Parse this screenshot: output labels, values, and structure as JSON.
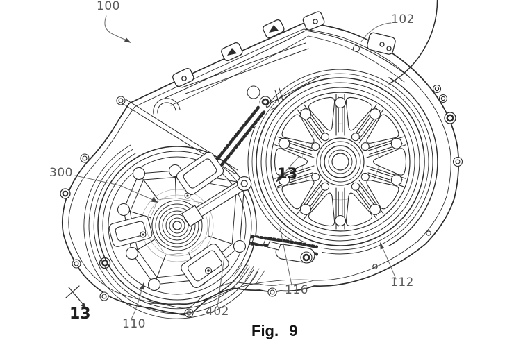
{
  "figure": {
    "caption": "Fig. 9",
    "type": "patent line drawing",
    "labels": {
      "l100": {
        "text": "100"
      },
      "l102": {
        "text": "102"
      },
      "l300": {
        "text": "300"
      },
      "l13r": {
        "text": "13"
      },
      "l110": {
        "text": "110"
      },
      "l402": {
        "text": "402"
      },
      "l116": {
        "text": "116"
      },
      "l112": {
        "text": "112"
      },
      "l13l": {
        "text": "13"
      }
    },
    "colors": {
      "ink": "#2b2b2b",
      "leader": "#666666",
      "background": "#ffffff"
    }
  }
}
